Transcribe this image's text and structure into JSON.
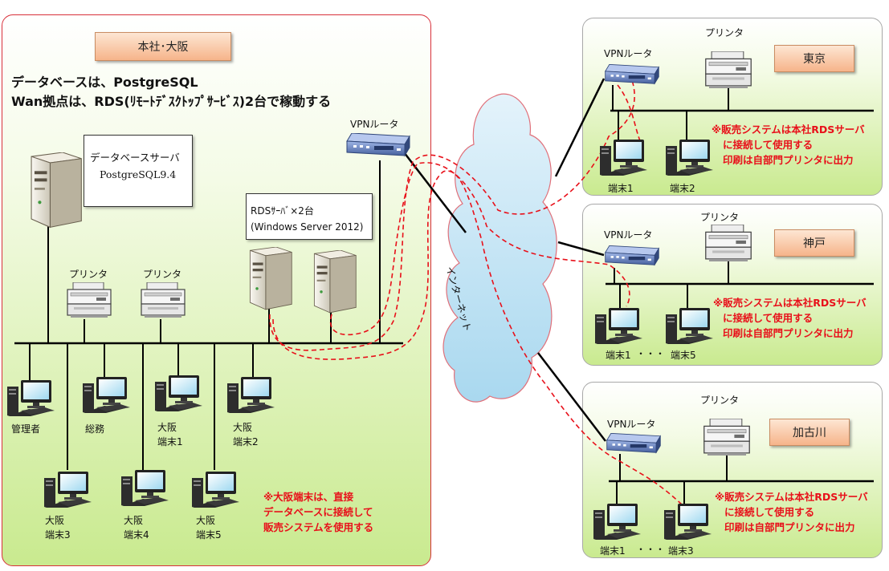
{
  "colors": {
    "panel_border_main": "#d8303a",
    "panel_fill": "#c9ea8f",
    "dashed_path": "#e8101a",
    "network_line": "#000000",
    "annotation": "#e8101a",
    "location_label_fill": "#f6b48a"
  },
  "main_site": {
    "label": "本社･大阪",
    "headline_line1": "データベースは、PostgreSQL",
    "headline_line2": "Wan拠点は、RDS(ﾘﾓｰﾄﾃﾞｽｸﾄｯﾌﾟｻｰﾋﾞｽ)2台で稼動する",
    "db_server_line1": "データベースサーバ",
    "db_server_line2": "PostgreSQL9.4",
    "rds_line1": "RDSｻｰﾊﾞ×2台",
    "rds_line2": "(Windows Server 2012)",
    "vpn_router": "VPNルータ",
    "printer1": "プリンタ",
    "printer2": "プリンタ",
    "terminals": {
      "admin": "管理者",
      "general": "総務",
      "osaka1_line1": "大阪",
      "osaka1_line2": "端末1",
      "osaka2_line1": "大阪",
      "osaka2_line2": "端末2",
      "osaka3_line1": "大阪",
      "osaka3_line2": "端末3",
      "osaka4_line1": "大阪",
      "osaka4_line2": "端末4",
      "osaka5_line1": "大阪",
      "osaka5_line2": "端末5"
    },
    "note_line1": "※大阪端末は、直接",
    "note_line2": "データベースに接続して",
    "note_line3": "販売システムを使用する"
  },
  "internet": {
    "label": "インターネット"
  },
  "branches": [
    {
      "label": "東京",
      "vpn_router": "VPNルータ",
      "printer": "プリンタ",
      "terminal_a": "端末1",
      "ellipsis": "",
      "terminal_b": "端末2",
      "note_line1": "※販売システムは本社RDSサーバ",
      "note_line2": "に接続して使用する",
      "note_line3": "印刷は自部門プリンタに出力"
    },
    {
      "label": "神戸",
      "vpn_router": "VPNルータ",
      "printer": "プリンタ",
      "terminal_a": "端末1",
      "ellipsis": "・・・",
      "terminal_b": "端末5",
      "note_line1": "※販売システムは本社RDSサーバ",
      "note_line2": "に接続して使用する",
      "note_line3": "印刷は自部門プリンタに出力"
    },
    {
      "label": "加古川",
      "vpn_router": "VPNルータ",
      "printer": "プリンタ",
      "terminal_a": "端末1",
      "ellipsis": "・・・",
      "terminal_b": "端末3",
      "note_line1": "※販売システムは本社RDSサーバ",
      "note_line2": "に接続して使用する",
      "note_line3": "印刷は自部門プリンタに出力"
    }
  ]
}
